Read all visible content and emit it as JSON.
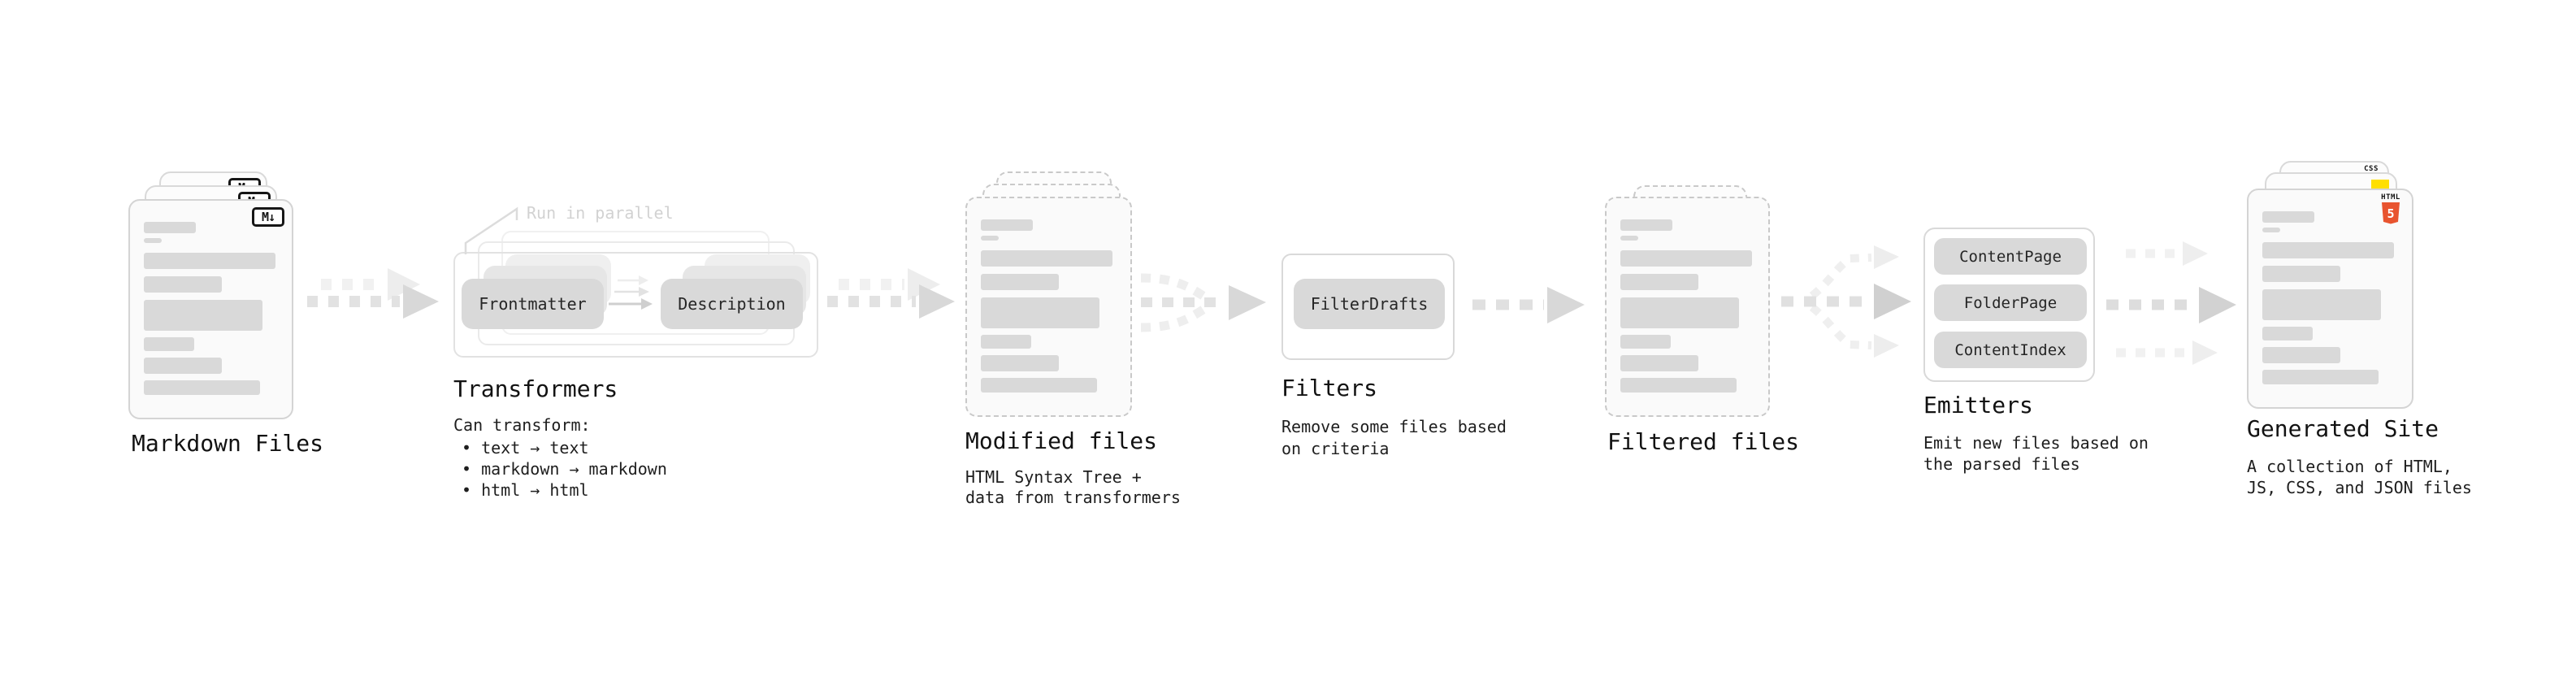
{
  "stages": {
    "markdown": {
      "label": "Markdown Files",
      "badge": "M↓"
    },
    "transformers": {
      "label": "Transformers",
      "annotation": "Run in parallel",
      "pill_from": "Frontmatter",
      "pill_to": "Description",
      "desc_title": "Can transform:",
      "bullets": [
        "• text → text",
        "• markdown → markdown",
        "• html → html"
      ]
    },
    "modified": {
      "label": "Modified files",
      "desc": [
        "HTML Syntax Tree +",
        "data from transformers"
      ]
    },
    "filters": {
      "label": "Filters",
      "pill": "FilterDrafts",
      "desc": [
        "Remove some files based",
        "on criteria"
      ]
    },
    "filtered": {
      "label": "Filtered files"
    },
    "emitters": {
      "label": "Emitters",
      "pills": [
        "ContentPage",
        "FolderPage",
        "ContentIndex"
      ],
      "desc": [
        "Emit new files based on",
        "the parsed files"
      ]
    },
    "generated": {
      "label": "Generated Site",
      "desc": [
        "A collection of HTML,",
        "JS, CSS, and JSON files"
      ],
      "badges": {
        "css": "CSS",
        "html_word": "HTML",
        "html_five": "5"
      }
    }
  },
  "colors": {
    "html5_orange": "#e8542f",
    "js_yellow": "#ffdf00",
    "css_blue": "#2d53e5",
    "pill_gray": "#d9d9d9",
    "arrow_gray": "#d8d8d8"
  }
}
